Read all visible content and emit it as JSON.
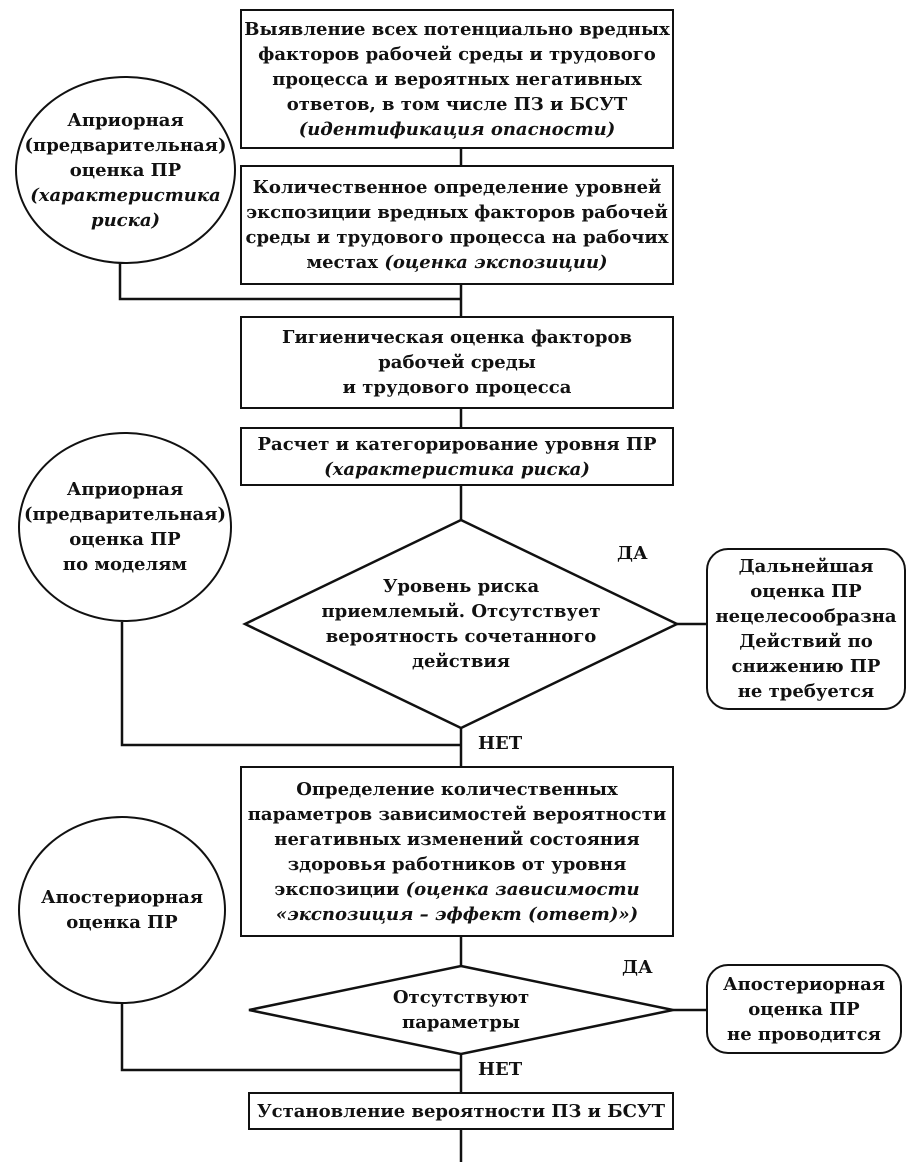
{
  "nodes": {
    "hazard_id": {
      "lines": [
        "Выявление всех потенциально вредных",
        "факторов рабочей среды и трудового",
        "процесса и вероятных негативных",
        "ответов, в том числе ПЗ и БСУТ"
      ],
      "italic": "(идентификация опасности)"
    },
    "exposure": {
      "lines": [
        "Количественное определение уровней",
        "экспозиции вредных факторов рабочей",
        "среды и трудового процесса на рабочих",
        "местах"
      ],
      "italic": "(оценка экспозиции)"
    },
    "hygienic": {
      "lines": [
        "Гигиеническая оценка факторов",
        "рабочей среды",
        "и трудового процесса"
      ]
    },
    "calc": {
      "lines": [
        "Расчет и категорирование уровня ПР"
      ],
      "italic": "(характеристика риска)"
    },
    "decision1": {
      "lines": [
        "Уровень риска",
        "приемлемый. Отсутствует",
        "вероятность сочетанного",
        "действия"
      ]
    },
    "params": {
      "lines": [
        "Определение количественных",
        "параметров зависимостей вероятности",
        "негативных изменений состояния",
        "здоровья работников от уровня",
        "экспозиции"
      ],
      "italic1": "(оценка зависимости",
      "italic2": "«экспозиция – эффект (ответ)»)"
    },
    "decision2": {
      "lines": [
        "Отсутствуют",
        "параметры"
      ]
    },
    "establish": {
      "lines": [
        "Установление вероятности ПЗ и БСУТ"
      ]
    },
    "circle1": {
      "lines": [
        "Априорная",
        "(предварительная)",
        "оценка ПР"
      ],
      "italic": [
        "(характеристика",
        "риска)"
      ]
    },
    "circle2": {
      "lines": [
        "Априорная",
        "(предварительная)",
        "оценка ПР",
        "по моделям"
      ]
    },
    "circle3": {
      "lines": [
        "Апостериорная",
        "оценка ПР"
      ]
    },
    "side1": {
      "lines": [
        "Дальнейшая",
        "оценка ПР",
        "нецелесообразна",
        "Действий по",
        "снижению ПР",
        "не требуется"
      ]
    },
    "side2": {
      "lines": [
        "Апостериорная",
        "оценка ПР",
        "не проводится"
      ]
    }
  },
  "labels": {
    "yes1": "ДА",
    "no1": "НЕТ",
    "yes2": "ДА",
    "no2": "НЕТ"
  }
}
